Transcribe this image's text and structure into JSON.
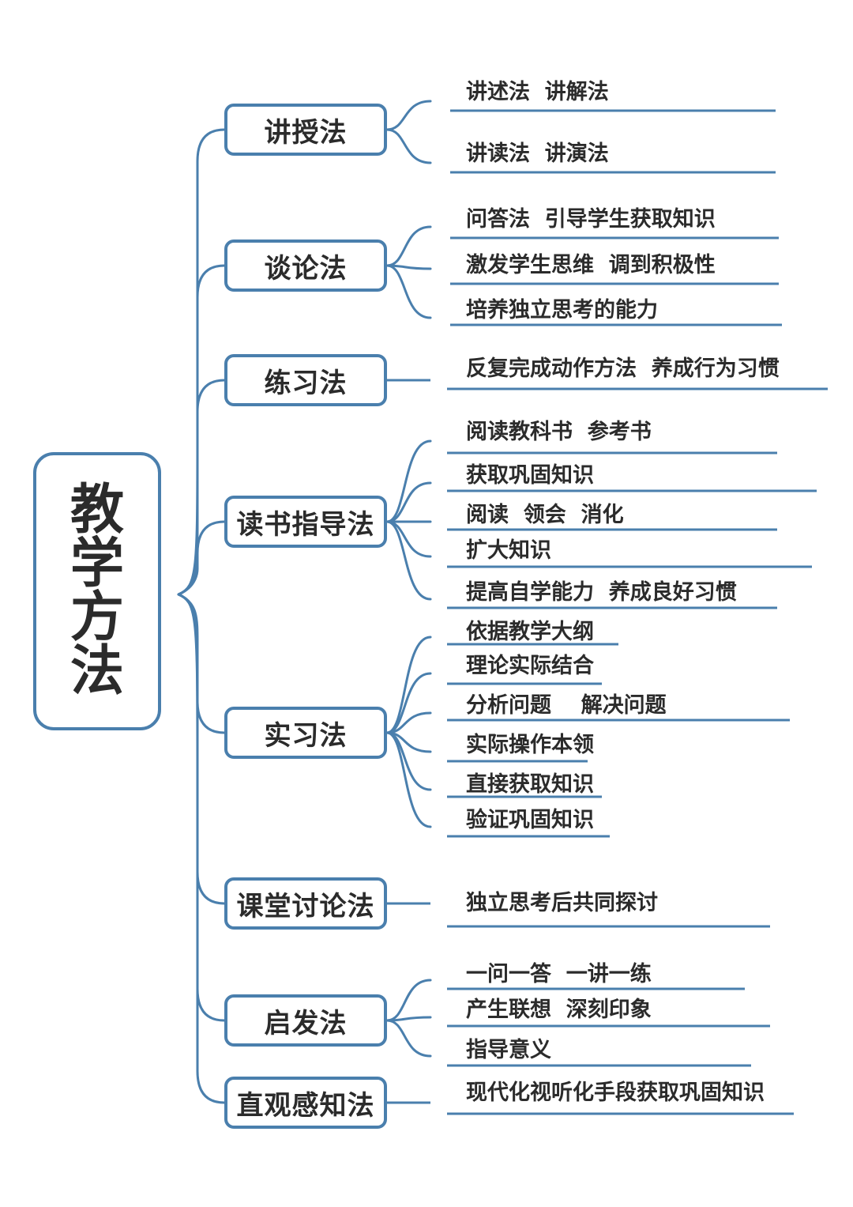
{
  "root": {
    "label": "教学方法"
  },
  "colors": {
    "line": "#4a7fad",
    "text": "#2b2b2b"
  },
  "branches": [
    {
      "label": "讲授法",
      "items": [
        "讲述法  讲解法",
        "讲读法  讲演法"
      ]
    },
    {
      "label": "谈论法",
      "items": [
        "问答法  引导学生获取知识",
        "激发学生思维  调到积极性",
        "培养独立思考的能力"
      ]
    },
    {
      "label": "练习法",
      "items": [
        "反复完成动作方法  养成行为习惯"
      ]
    },
    {
      "label": "读书指导法",
      "items": [
        "阅读教科书  参考书",
        "获取巩固知识",
        "阅读  领会  消化",
        "扩大知识",
        "提高自学能力  养成良好习惯"
      ]
    },
    {
      "label": "实习法",
      "items": [
        "依据教学大纲",
        "理论实际结合",
        "分析问题    解决问题",
        "实际操作本领",
        "直接获取知识",
        "验证巩固知识"
      ]
    },
    {
      "label": "课堂讨论法",
      "items": [
        "独立思考后共同探讨"
      ]
    },
    {
      "label": "启发法",
      "items": [
        "一问一答  一讲一练",
        "产生联想  深刻印象",
        "指导意义"
      ]
    },
    {
      "label": "直观感知法",
      "items": [
        "现代化视听化手段获取巩固知识"
      ]
    }
  ]
}
